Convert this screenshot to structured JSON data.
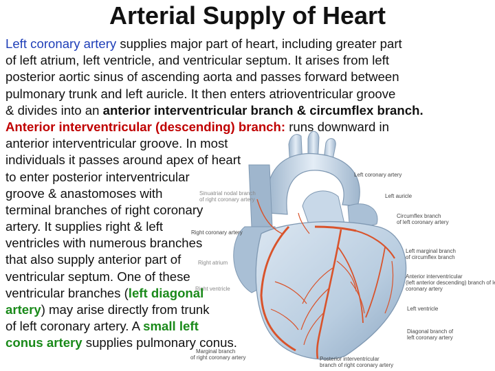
{
  "title": "Arterial Supply of Heart",
  "colors": {
    "term_blue": "#1f3fb8",
    "term_red": "#c00000",
    "term_green": "#1a8a1a",
    "artery": "#d9532b",
    "heart": "#b9cde0"
  },
  "paragraph": {
    "l1_a": "Left coronary artery",
    "l1_b": " supplies major part of heart, including greater part",
    "l2": "of left atrium, left ventricle, and ventricular septum. It arises from left",
    "l3": "posterior aortic sinus of ascending aorta and passes forward between",
    "l4": "pulmonary trunk and left auricle. It then enters atrioventricular groove",
    "l5_a": "& divides into an ",
    "l5_b": "anterior interventricular branch & circumflex branch.",
    "l6_a": "Anterior interventricular (descending) branch:",
    "l6_b": " runs downward in",
    "l7": "anterior interventricular groove. In most",
    "l8": "individuals it passes around apex of heart",
    "l9": "to enter posterior interventricular",
    "l10": "groove & anastomoses with",
    "l11": "terminal branches of right coronary",
    "l12": "artery. It supplies right & left",
    "l13": "ventricles with numerous branches",
    "l14": "that also supply anterior part of",
    "l15": "ventricular septum. One of these",
    "l16_a": "ventricular branches (",
    "l16_b": "left diagonal",
    "l17_a": "artery",
    "l17_b": ") may arise directly from trunk",
    "l18_a": "of left coronary artery. A ",
    "l18_b": "small left",
    "l19_a": "conus artery",
    "l19_b": " supplies pulmonary conus."
  },
  "figure_labels": {
    "left_coronary_artery": "Left coronary artery",
    "left_auricle": "Left auricle",
    "sinuatrial_nodal_1": "Sinuatrial nodal branch",
    "sinuatrial_nodal_2": "of right coronary artery",
    "right_coronary_artery": "Right coronary artery",
    "right_atrium": "Right atrium",
    "right_ventricle": "Right ventricle",
    "circumflex_1": "Circumflex branch",
    "circumflex_2": "of left coronary artery",
    "left_marginal_1": "Left marginal branch",
    "left_marginal_2": "of circumflex branch",
    "anterior_iv_1": "Anterior interventricular",
    "anterior_iv_2": "(left anterior descending) branch of left",
    "anterior_iv_3": "coronary artery",
    "left_ventricle": "Left ventricle",
    "diagonal_1": "Diagonal branch of",
    "diagonal_2": "left coronary artery",
    "marginal_rca_1": "Marginal branch",
    "marginal_rca_2": "of right coronary artery",
    "posterior_iv_1": "Posterior interventricular",
    "posterior_iv_2": "branch of right coronary artery"
  }
}
